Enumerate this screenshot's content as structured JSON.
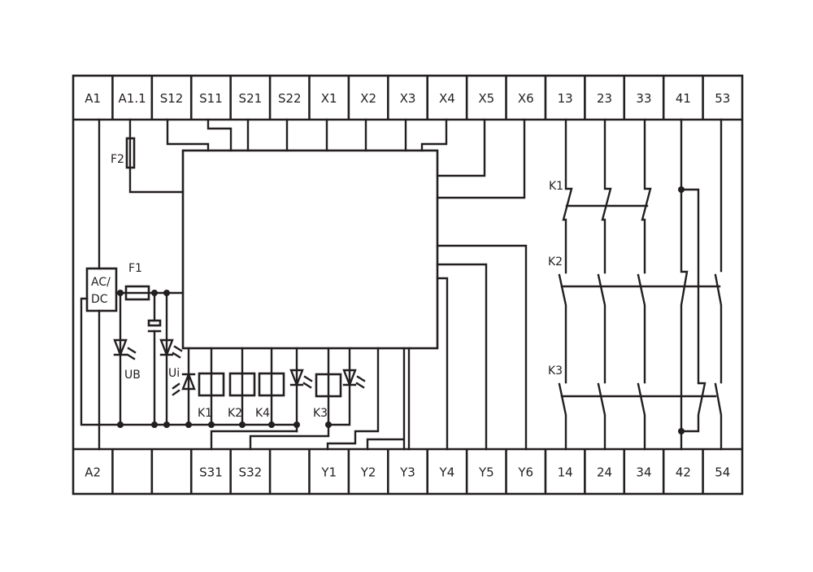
{
  "terminals_top": [
    "A1",
    "A1.1",
    "S12",
    "S11",
    "S21",
    "S22",
    "X1",
    "X2",
    "X3",
    "X4",
    "X5",
    "X6",
    "13",
    "23",
    "33",
    "41",
    "53"
  ],
  "terminals_bottom": [
    "A2",
    "",
    "",
    "S31",
    "S32",
    "",
    "Y1",
    "Y2",
    "Y3",
    "Y4",
    "Y5",
    "Y6",
    "14",
    "24",
    "34",
    "42",
    "54"
  ],
  "components": {
    "fuse_f2": "F2",
    "fuse_f1": "F1",
    "power_supply_line1": "AC/",
    "power_supply_line2": "DC",
    "led_ub": "UB",
    "led_ui": "Ui",
    "coil_k1": "K1",
    "coil_k2": "K2",
    "coil_k4": "K4",
    "coil_k3": "K3",
    "contacts_k1": "K1",
    "contacts_k2": "K2",
    "contacts_k3": "K3"
  },
  "colors": {
    "line": "#231f20",
    "background": "#ffffff"
  }
}
